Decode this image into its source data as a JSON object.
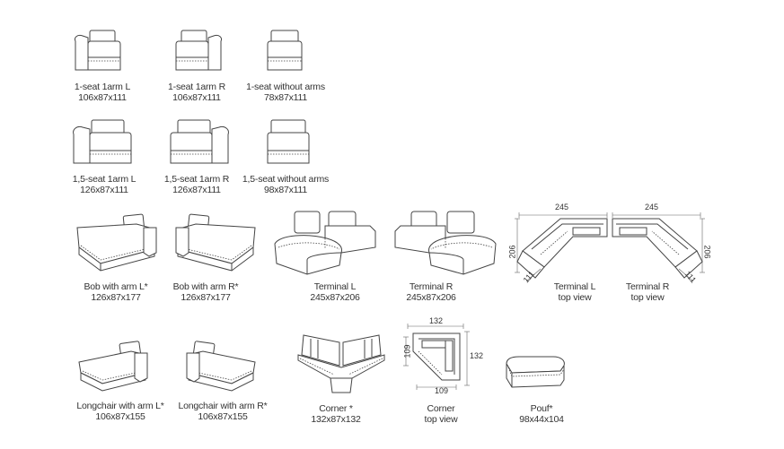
{
  "modules": [
    {
      "id": "m1",
      "name": "1-seat 1arm L",
      "size": "106x87x111"
    },
    {
      "id": "m2",
      "name": "1-seat 1arm R",
      "size": "106x87x111"
    },
    {
      "id": "m3",
      "name": "1-seat without arms",
      "size": "78x87x111"
    },
    {
      "id": "m4",
      "name": "1,5-seat 1arm L",
      "size": "126x87x111"
    },
    {
      "id": "m5",
      "name": "1,5-seat 1arm R",
      "size": "126x87x111"
    },
    {
      "id": "m6",
      "name": "1,5-seat without arms",
      "size": "98x87x111"
    },
    {
      "id": "m7",
      "name": "Bob with arm L*",
      "size": "126x87x177"
    },
    {
      "id": "m8",
      "name": "Bob with arm R*",
      "size": "126x87x177"
    },
    {
      "id": "m9",
      "name": "Terminal L",
      "size": "245x87x206"
    },
    {
      "id": "m10",
      "name": "Terminal R",
      "size": "245x87x206"
    },
    {
      "id": "m11",
      "name": "Terminal L",
      "size": "top view"
    },
    {
      "id": "m12",
      "name": "Terminal R",
      "size": "top view"
    },
    {
      "id": "m13",
      "name": "Longchair with arm L*",
      "size": "106x87x155"
    },
    {
      "id": "m14",
      "name": "Longchair with arm R*",
      "size": "106x87x155"
    },
    {
      "id": "m15",
      "name": "Corner *",
      "size": "132x87x132"
    },
    {
      "id": "m16",
      "name": "Corner",
      "size": "top view"
    },
    {
      "id": "m17",
      "name": "Pouf*",
      "size": "98x44x104"
    }
  ],
  "dimensions": {
    "tl_width": "245",
    "tl_depth": "206",
    "tl_arm": "111",
    "tr_width": "245",
    "tr_depth": "206",
    "tr_arm": "111",
    "corner_w": "132",
    "corner_d": "132",
    "corner_inner1": "109",
    "corner_inner2": "109"
  },
  "colors": {
    "line": "#444444",
    "text": "#333333",
    "background": "#ffffff"
  }
}
